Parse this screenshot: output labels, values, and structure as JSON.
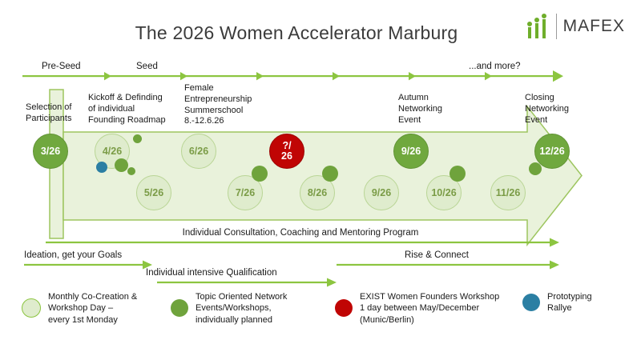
{
  "title": "The 2026 Women Accelerator Marburg",
  "logo": {
    "text": "MAFEX",
    "icon": "growth-bars-icon"
  },
  "top_timeline": {
    "labels": [
      "Pre-Seed",
      "Seed",
      "...and more?"
    ]
  },
  "phases": [
    "Selection of\nParticipants",
    "Kickoff & Definding\nof individual\nFounding Roadmap",
    "Female\nEntrepreneurship\nSummerschool\n8.-12.6.26",
    "Autumn\nNetworking\nEvent",
    "Closing\nNetworking\nEvent"
  ],
  "circles": [
    {
      "label": "3/26",
      "type": "dark"
    },
    {
      "label": "4/26",
      "type": "light"
    },
    {
      "label": "5/26",
      "type": "light"
    },
    {
      "label": "6/26",
      "type": "light"
    },
    {
      "label": "7/26",
      "type": "light"
    },
    {
      "label": "?/\n26",
      "type": "red"
    },
    {
      "label": "8/26",
      "type": "light"
    },
    {
      "label": "9/26",
      "type": "dark"
    },
    {
      "label": "9/26",
      "type": "light"
    },
    {
      "label": "10/26",
      "type": "light"
    },
    {
      "label": "11/26",
      "type": "light"
    },
    {
      "label": "12/26",
      "type": "dark"
    }
  ],
  "programs": {
    "mentoring": "Individual Consultation, Coaching and Mentoring Program",
    "ideation": "Ideation, get your Goals",
    "rise": "Rise & Connect",
    "qualification": "Individual intensive Qualification"
  },
  "legend": [
    {
      "type": "light-green",
      "text": "Monthly Co-Creation &\nWorkshop Day –\nevery 1st Monday"
    },
    {
      "type": "dark-green",
      "text": "Topic Oriented Network\nEvents/Workshops,\nindividually planned"
    },
    {
      "type": "red",
      "text": "EXIST Women Founders Workshop\n1 day between May/December\n(Munic/Berlin)"
    },
    {
      "type": "teal",
      "text": "Prototyping\nRallye"
    }
  ],
  "colors": {
    "dark_green": "#70A83E",
    "light_green_fill": "#DFECCD",
    "arrow_green": "#8CC540",
    "red": "#C00504",
    "teal": "#2B7FA3"
  }
}
